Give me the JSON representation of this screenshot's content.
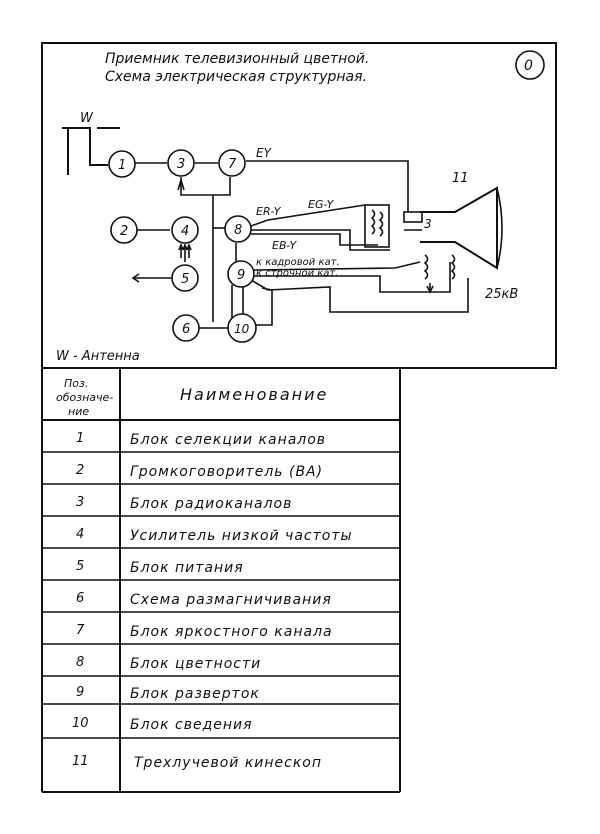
{
  "title": {
    "line1": "Приемник телевизионный цветной.",
    "line2": "Схема электрическая структурная."
  },
  "sheet_marker": "0",
  "antenna_symbol": "W",
  "antenna_note": "W - Антенна",
  "diagram_nodes": [
    "1",
    "2",
    "3",
    "4",
    "5",
    "6",
    "7",
    "8",
    "9",
    "10",
    "11"
  ],
  "signals": {
    "ey": "EY",
    "er_y": "ER-Y",
    "eg_y": "EG-Y",
    "eb_y": "EB-Y",
    "frame_coil": "к кадровой кат.",
    "line_coil": "к строчной кат.",
    "tube_ref": "3",
    "voltage": "25кВ"
  },
  "table": {
    "col_pos": "Поз. обозначение",
    "col_pos_l1": "Поз.",
    "col_pos_l2": "обозначе-",
    "col_pos_l3": "ние",
    "col_name": "Наименование",
    "rows": [
      {
        "pos": "1",
        "name": "Блок селекции каналов"
      },
      {
        "pos": "2",
        "name": "Громкоговоритель (ВА)"
      },
      {
        "pos": "3",
        "name": "Блок радиоканалов"
      },
      {
        "pos": "4",
        "name": "Усилитель низкой частоты"
      },
      {
        "pos": "5",
        "name": "Блок питания"
      },
      {
        "pos": "6",
        "name": "Схема размагничивания"
      },
      {
        "pos": "7",
        "name": "Блок яркостного канала"
      },
      {
        "pos": "8",
        "name": "Блок цветности"
      },
      {
        "pos": "9",
        "name": "Блок разверток"
      },
      {
        "pos": "10",
        "name": "Блок сведения"
      },
      {
        "pos": "11",
        "name": "Трехлучевой кинескоп"
      }
    ]
  }
}
